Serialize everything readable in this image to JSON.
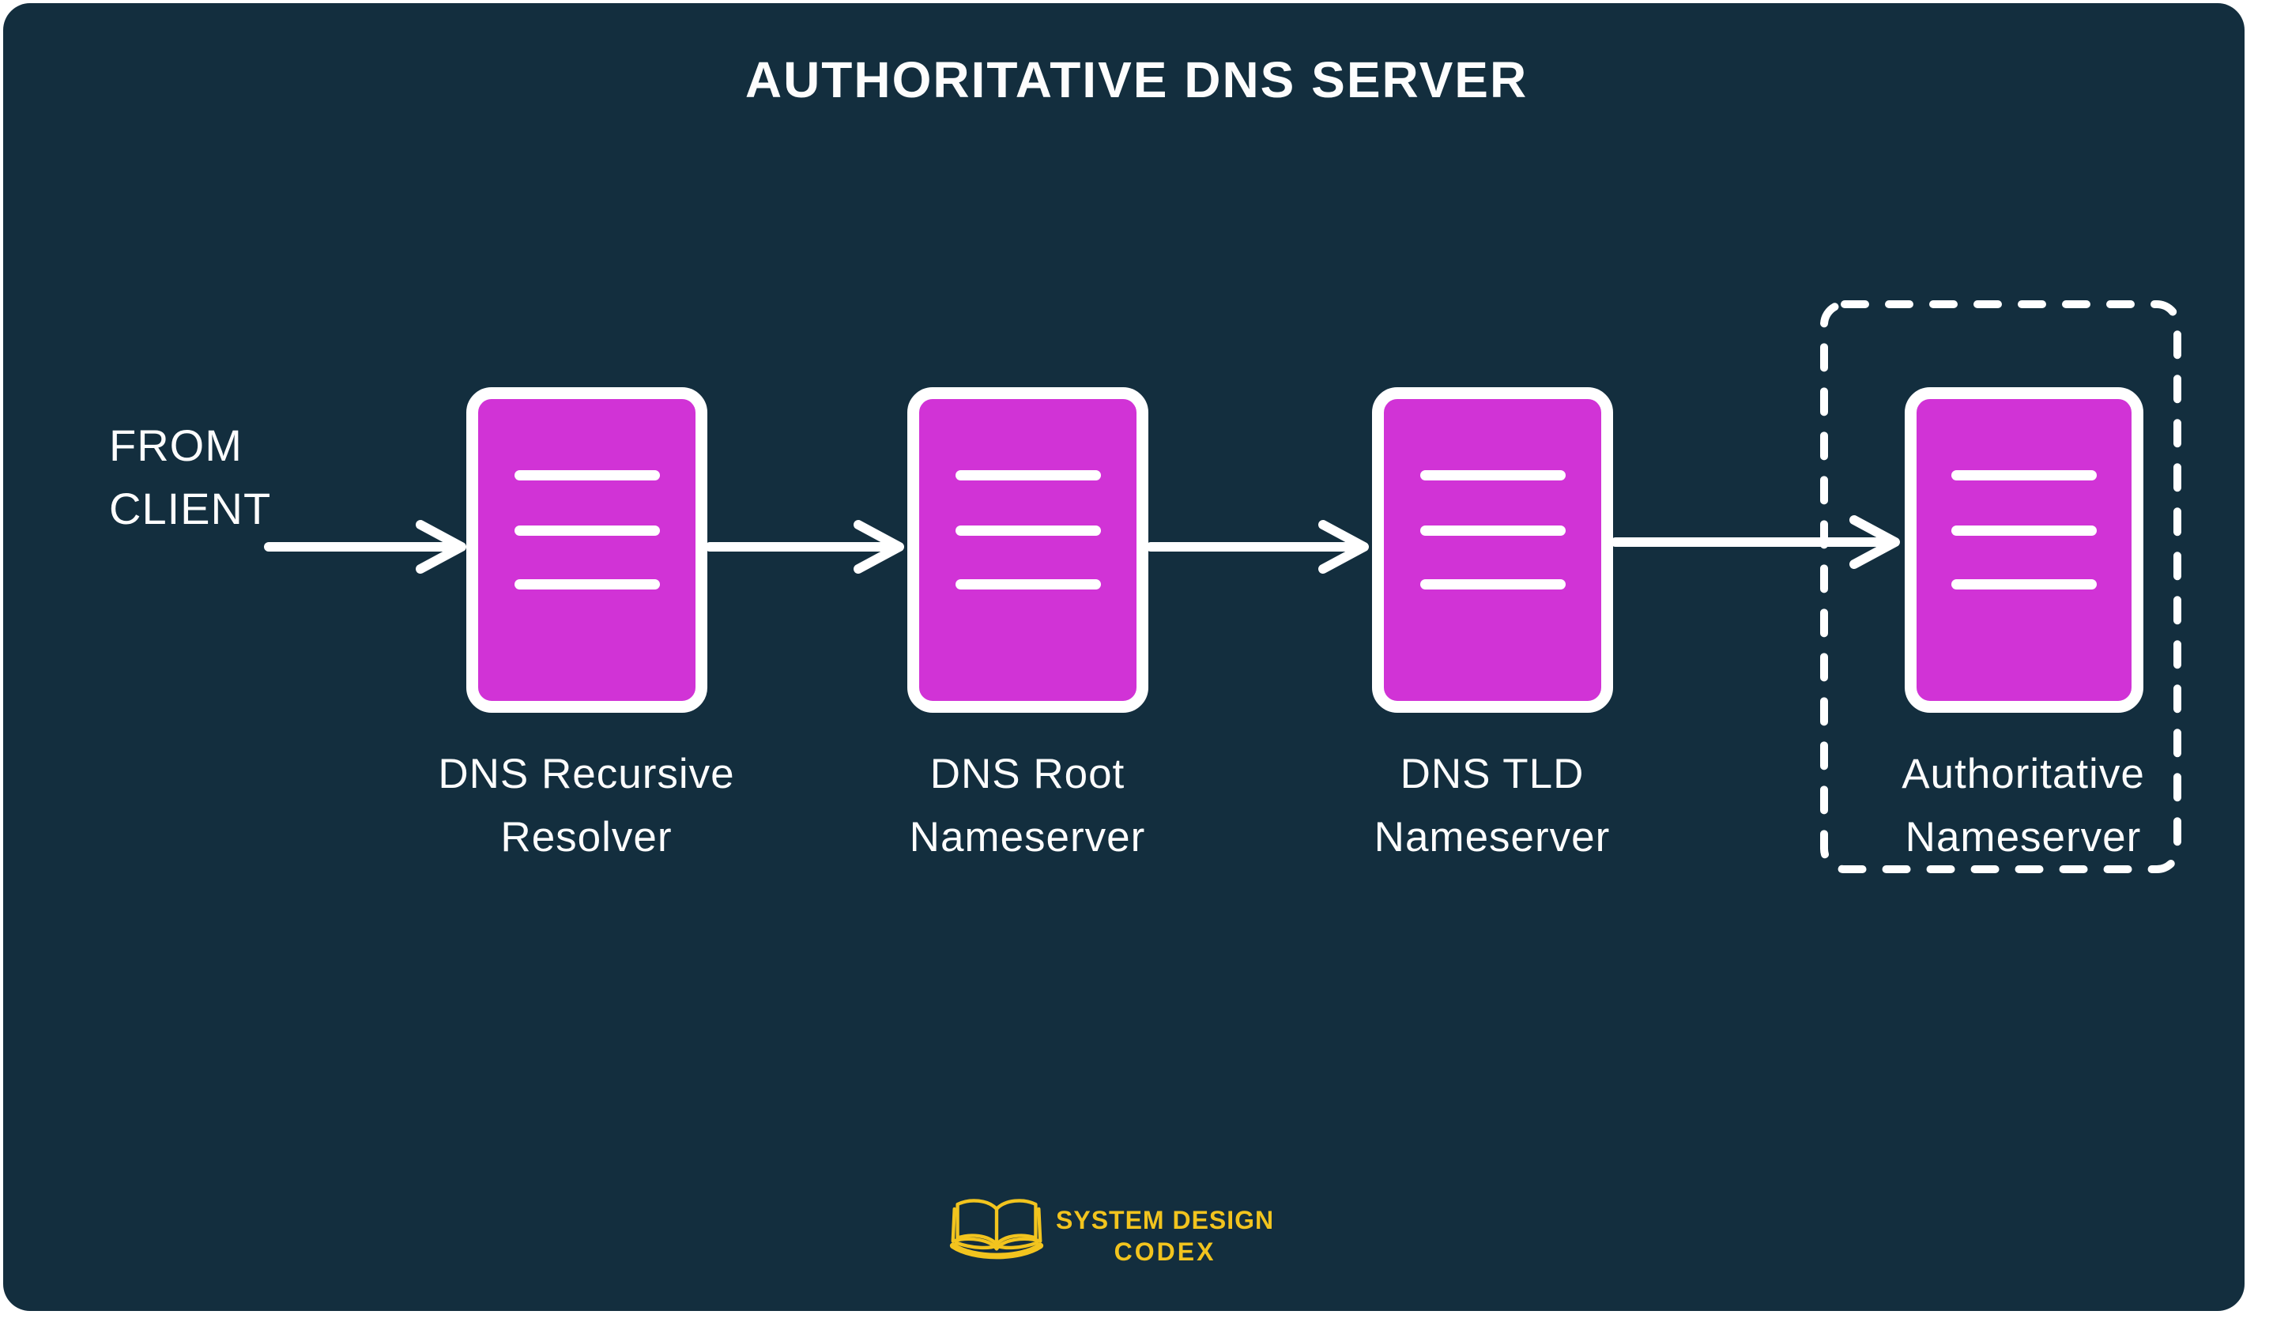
{
  "title": "AUTHORITATIVE DNS SERVER",
  "source_label": {
    "line1": "FROM",
    "line2": "CLIENT"
  },
  "nodes": [
    {
      "label_line1": "DNS Recursive",
      "label_line2": "Resolver",
      "highlighted": false
    },
    {
      "label_line1": "DNS Root",
      "label_line2": "Nameserver",
      "highlighted": false
    },
    {
      "label_line1": "DNS TLD",
      "label_line2": "Nameserver",
      "highlighted": false
    },
    {
      "label_line1": "Authoritative",
      "label_line2": "Nameserver",
      "highlighted": true
    }
  ],
  "logo": {
    "line1": "SYSTEM DESIGN",
    "line2": "CODEX"
  },
  "colors": {
    "page_background": "#ffffff",
    "panel": "#132e3e",
    "node_fill": "#d133d6",
    "stroke": "#ffffff",
    "text": "#fdfdfd",
    "logo_yellow": "#f2c41e"
  }
}
